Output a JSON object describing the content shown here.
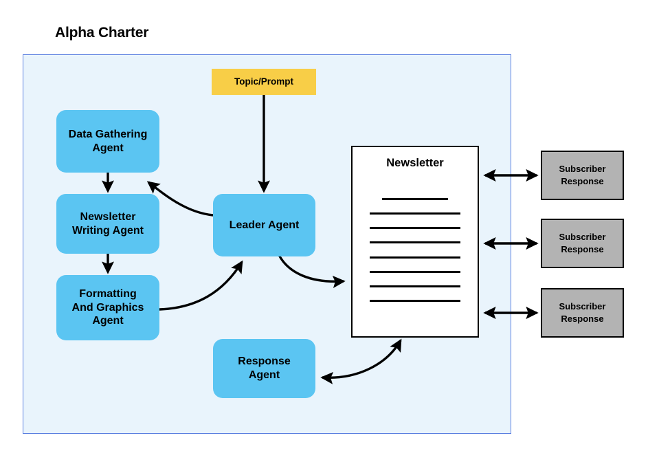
{
  "diagram": {
    "title": "Alpha Charter",
    "colors": {
      "agent_fill": "#5BC5F2",
      "topic_fill": "#F8CE47",
      "subscriber_fill": "#B3B3B3",
      "panel_fill": "#E9F4FC",
      "panel_border": "#5B7FE0",
      "arrow": "#000000",
      "document_fill": "#FFFFFF",
      "document_border": "#000000"
    }
  },
  "nodes": {
    "topic": {
      "label": "Topic/Prompt"
    },
    "data_gathering": {
      "label": "Data Gathering\nAgent",
      "line1": "Data Gathering",
      "line2": "Agent"
    },
    "newsletter_writing": {
      "label": "Newsletter\nWriting Agent",
      "line1": "Newsletter",
      "line2": "Writing Agent"
    },
    "formatting": {
      "label": "Formatting\nAnd Graphics\nAgent",
      "line1": "Formatting",
      "line2": "And Graphics",
      "line3": "Agent"
    },
    "leader": {
      "label": "Leader Agent"
    },
    "response": {
      "label": "Response\nAgent",
      "line1": "Response",
      "line2": "Agent"
    },
    "newsletter_doc": {
      "title": "Newsletter",
      "body_line_count": 8
    },
    "subscribers": [
      {
        "line1": "Subscriber",
        "line2": "Response"
      },
      {
        "line1": "Subscriber",
        "line2": "Response"
      },
      {
        "line1": "Subscriber",
        "line2": "Response"
      }
    ]
  },
  "edges": [
    {
      "from": "topic",
      "to": "leader",
      "style": "straight",
      "heads": "one"
    },
    {
      "from": "data_gathering",
      "to": "newsletter_writing",
      "style": "straight",
      "heads": "one"
    },
    {
      "from": "newsletter_writing",
      "to": "formatting",
      "style": "straight",
      "heads": "one"
    },
    {
      "from": "leader",
      "to": "data_gathering",
      "style": "curved",
      "heads": "one"
    },
    {
      "from": "formatting",
      "to": "leader",
      "style": "curved",
      "heads": "one"
    },
    {
      "from": "leader",
      "to": "newsletter_doc",
      "style": "curved",
      "heads": "one"
    },
    {
      "from": "newsletter_doc",
      "to": "response",
      "style": "curved",
      "heads": "both"
    },
    {
      "from": "newsletter_doc",
      "to": "subscriber_1",
      "style": "straight",
      "heads": "both"
    },
    {
      "from": "newsletter_doc",
      "to": "subscriber_2",
      "style": "straight",
      "heads": "both"
    },
    {
      "from": "newsletter_doc",
      "to": "subscriber_3",
      "style": "straight",
      "heads": "both"
    }
  ]
}
